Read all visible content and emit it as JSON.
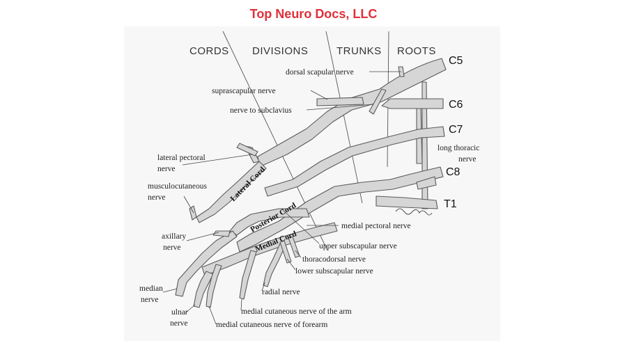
{
  "brand": {
    "title": "Top Neuro Docs, LLC",
    "color": "#e0303a"
  },
  "headers": {
    "cords": "CORDS",
    "divisions": "DIVISIONS",
    "trunks": "TRUNKS",
    "roots": "ROOTS"
  },
  "roots": [
    "C5",
    "C6",
    "C7",
    "C8",
    "T1"
  ],
  "cords": {
    "lateral": "Lateral Cord",
    "posterior": "Posterior Cord",
    "medial": "Medial Cord"
  },
  "labels": {
    "dorsal_scapular": "dorsal scapular nerve",
    "suprascapular": "suprascapular nerve",
    "subclavius": "nerve to subclavius",
    "long_thoracic_1": "long thoracic",
    "long_thoracic_2": "nerve",
    "lateral_pectoral_1": "lateral pectoral",
    "lateral_pectoral_2": "nerve",
    "musculocutaneous_1": "musculocutaneous",
    "musculocutaneous_2": "nerve",
    "axillary_1": "axillary",
    "axillary_2": "nerve",
    "median_1": "median",
    "median_2": "nerve",
    "ulnar_1": "ulnar",
    "ulnar_2": "nerve",
    "medial_pectoral": "medial pectoral nerve",
    "upper_subscapular": "upper subscapular nerve",
    "thoracodorsal": "thoracodorsal nerve",
    "lower_subscapular": "lower subscapular nerve",
    "radial": "radial nerve",
    "med_cut_arm": "medial cutaneous nerve of the arm",
    "med_cut_forearm": "medial cutaneous nerve of forearm"
  }
}
